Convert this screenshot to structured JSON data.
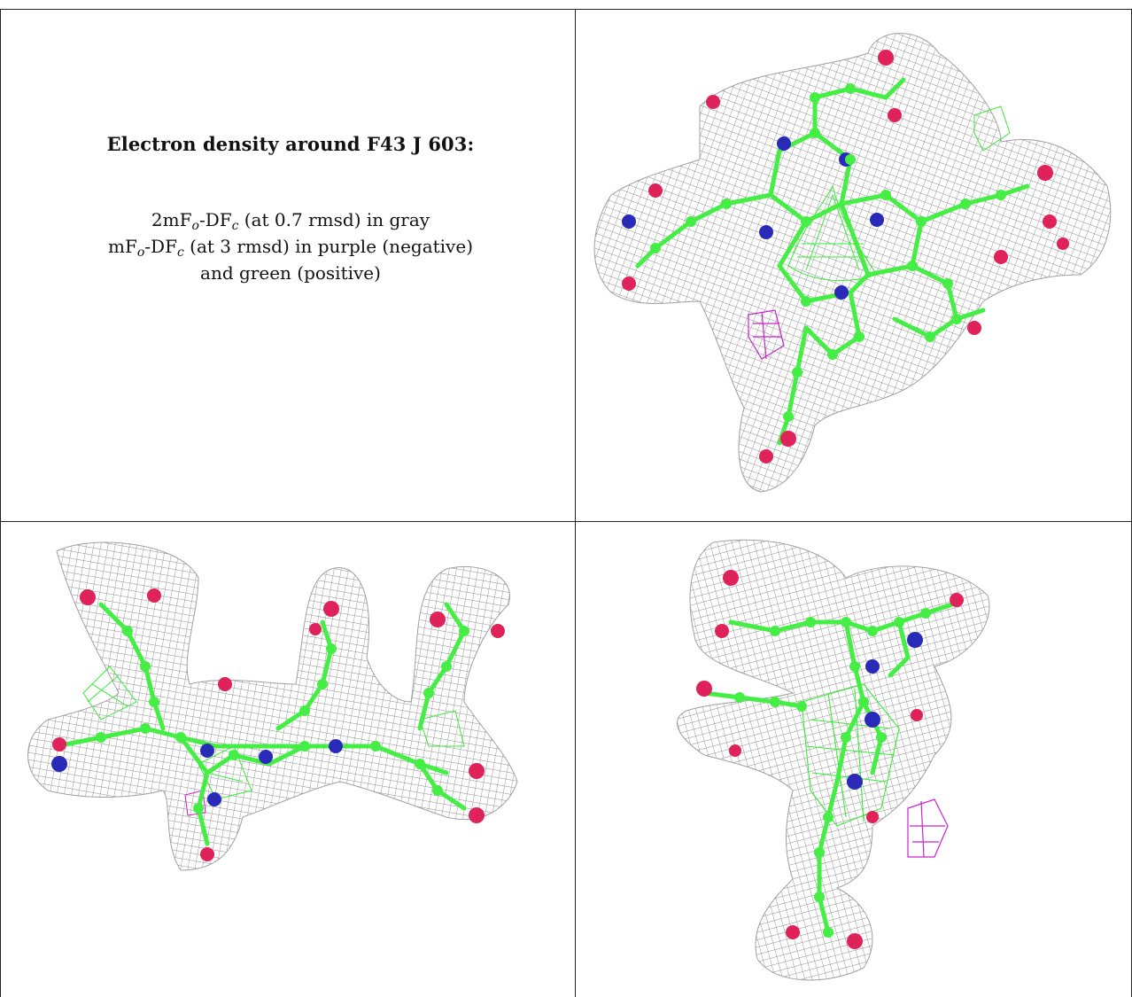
{
  "caption": {
    "title": "Electron density around F43 J 603:",
    "line1": {
      "prefix": "2mF",
      "sub1": "o",
      "mid": "-DF",
      "sub2": "c",
      "suffix": " (at 0.7 rmsd) in gray"
    },
    "line2": {
      "prefix": "mF",
      "sub1": "o",
      "mid": "-DF",
      "sub2": "c",
      "suffix": " (at 3 rmsd) in purple (negative)"
    },
    "line3": "and green (positive)"
  },
  "colors": {
    "mesh_gray": "#9a9a9a",
    "positive_green": "#33ee33",
    "negative_purple": "#cc22cc",
    "carbon_green": "#44ee44",
    "nitrogen_blue": "#2a2ab8",
    "oxygen_red": "#e0225a"
  },
  "panels": [
    {
      "name": "top-right-view",
      "view": "top"
    },
    {
      "name": "bottom-left-view",
      "view": "side"
    },
    {
      "name": "bottom-right-view",
      "view": "edge"
    }
  ]
}
